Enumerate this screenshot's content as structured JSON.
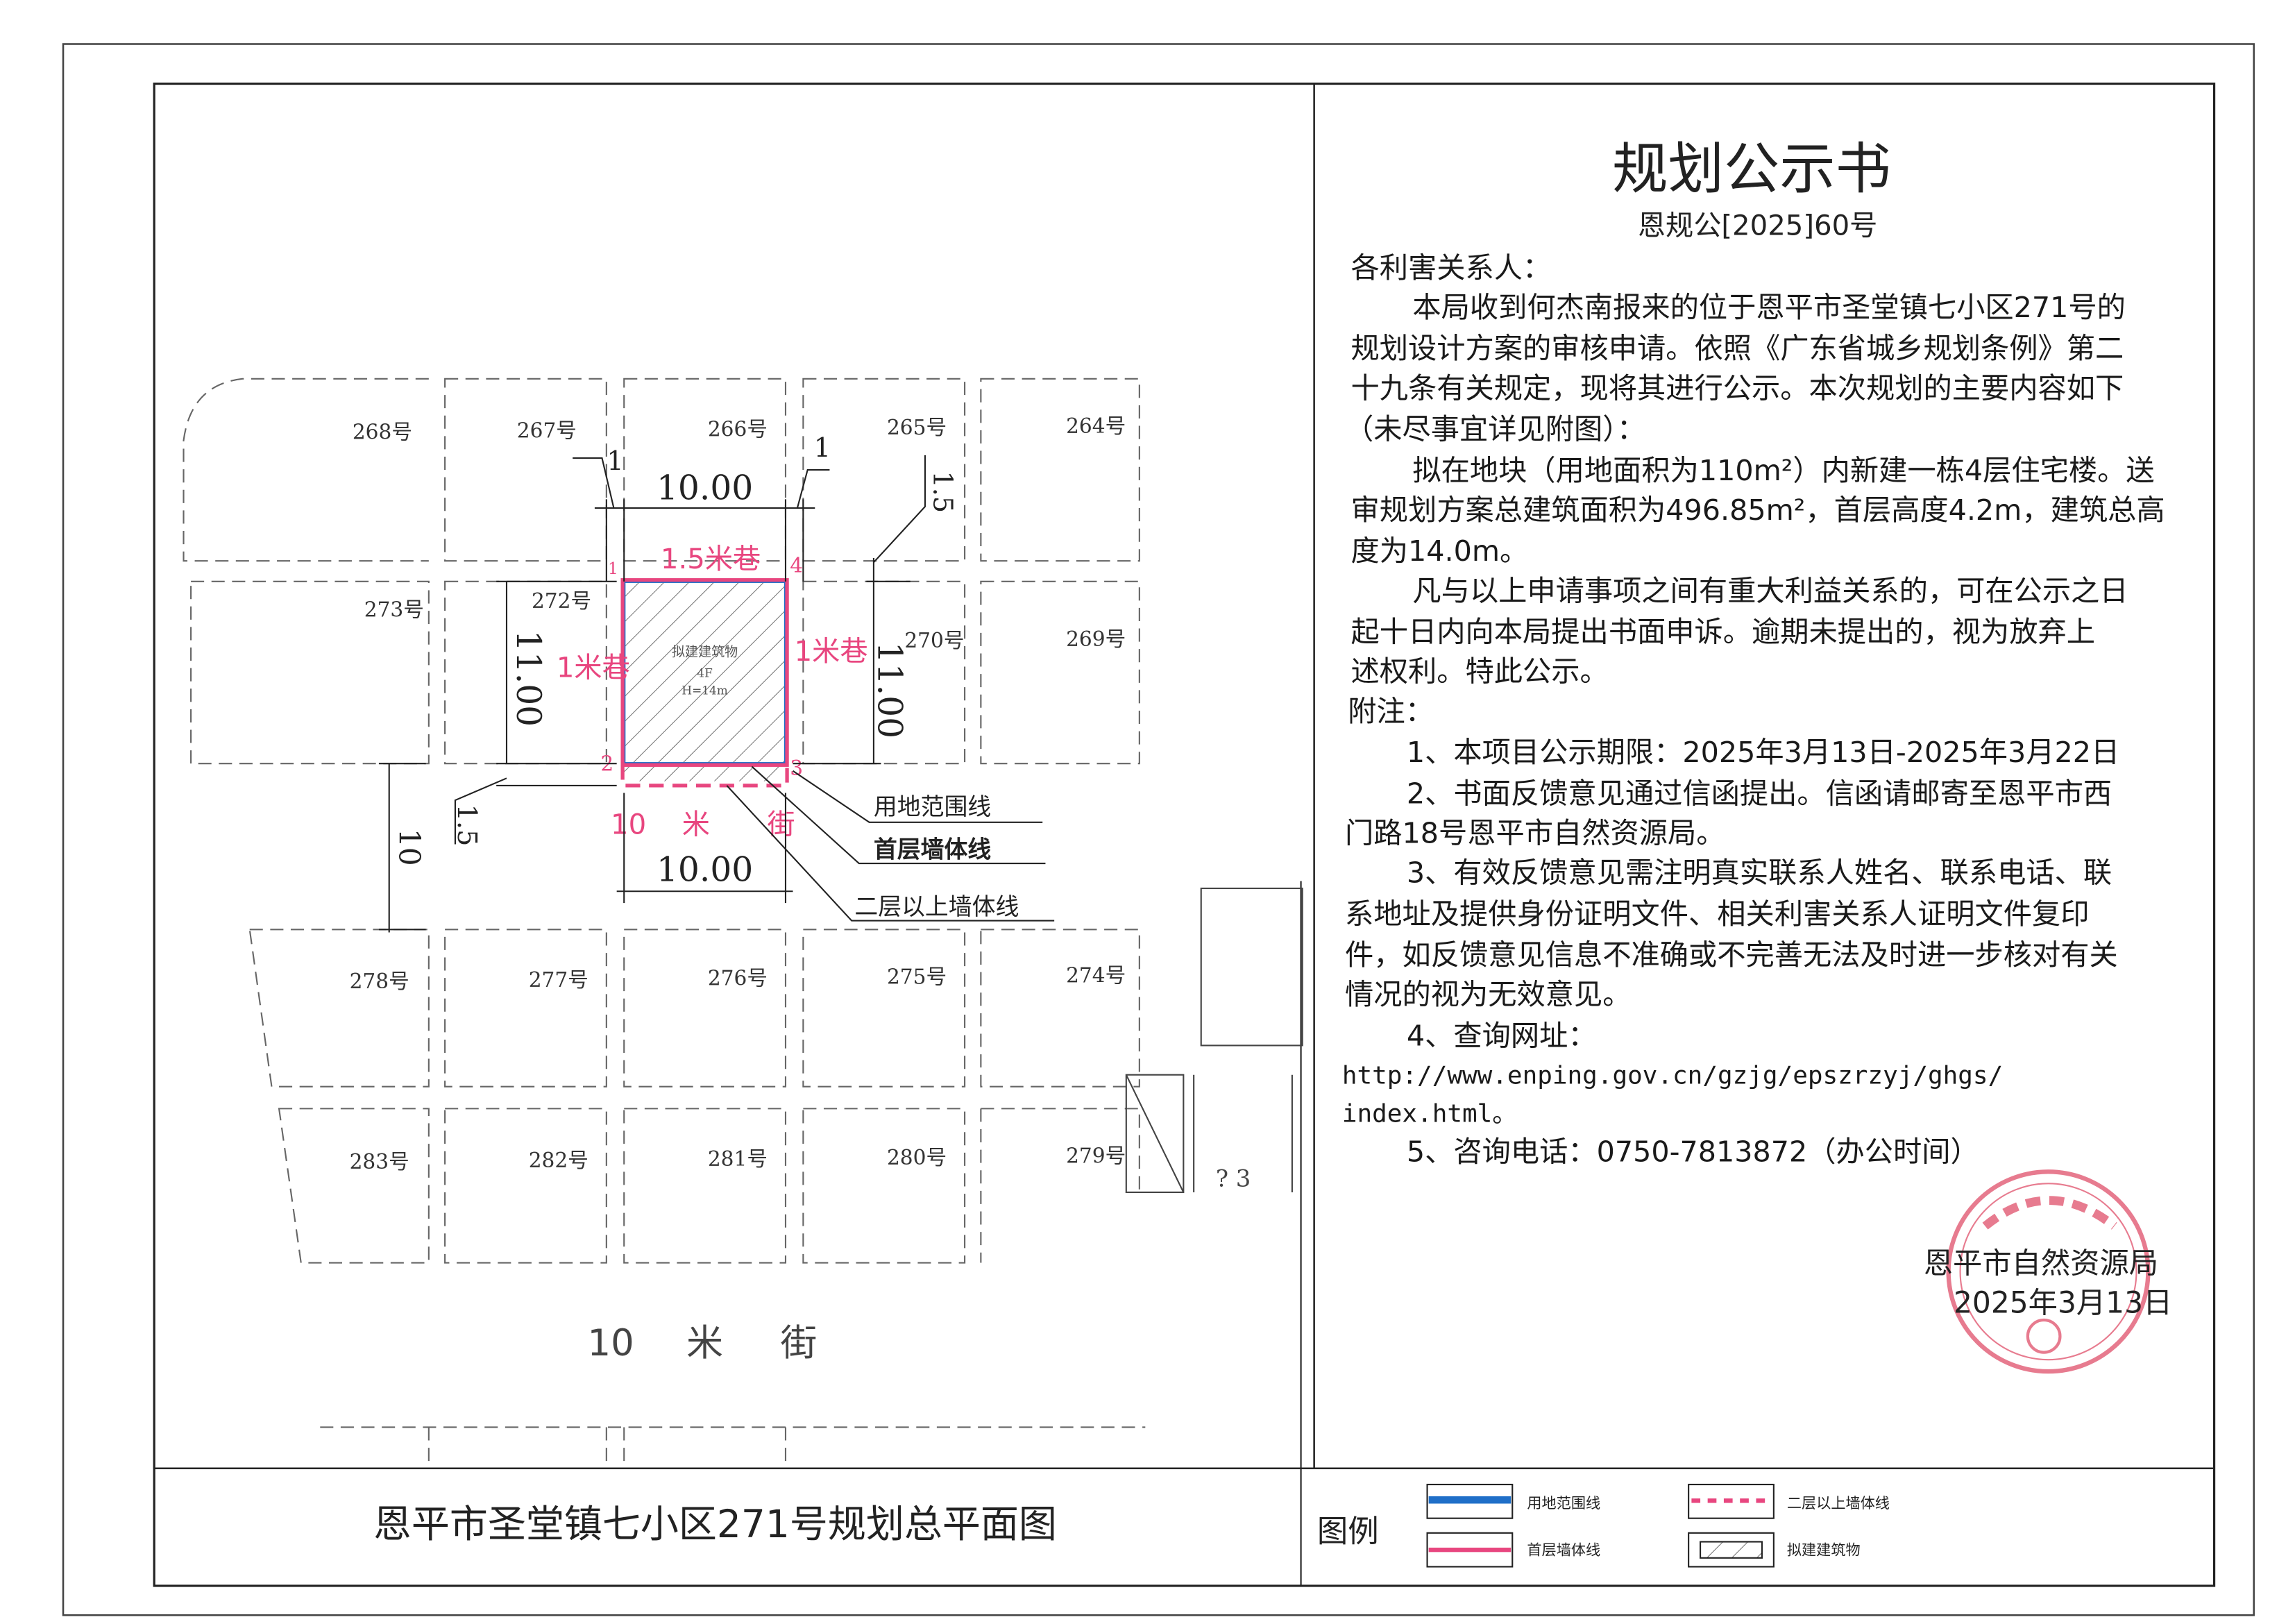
{
  "notice": {
    "title": "规划公示书",
    "doc_no": "恩规公[2025]60号",
    "salutation": "各利害关系人：",
    "lines": [
      "本局收到何杰南报来的位于恩平市圣堂镇七小区271号的",
      "规划设计方案的审核申请。依照《广东省城乡规划条例》第二",
      "十九条有关规定，现将其进行公示。本次规划的主要内容如下",
      "（未尽事宜详见附图）：",
      "拟在地块（用地面积为110m²）内新建一栋4层住宅楼。送",
      "审规划方案总建筑面积为496.85m²，首层高度4.2m，建筑总高",
      "度为14.0m。",
      "凡与以上申请事项之间有重大利益关系的，可在公示之日",
      "起十日内向本局提出书面申诉。逾期未提出的，视为放弃上",
      "述权利。特此公示。",
      "附注：",
      "1、本项目公示期限：2025年3月13日-2025年3月22日",
      "2、书面反馈意见通过信函提出。信函请邮寄至恩平市西",
      "门路18号恩平市自然资源局。",
      "3、有效反馈意见需注明真实联系人姓名、联系电话、联",
      "系地址及提供身份证明文件、相关利害关系人证明文件复印",
      "件，如反馈意见信息不准确或不完善无法及时进一步核对有关",
      "情况的视为无效意见。",
      "4、查询网址：",
      "http://www.enping.gov.cn/gzjg/epszrzyj/ghgs/",
      "index.html。",
      "5、咨询电话：0750-7813872（办公时间）"
    ],
    "signature": "恩平市自然资源局",
    "date": "2025年3月13日",
    "stamp_color": "#e0506a"
  },
  "plan": {
    "map_title": "恩平市圣堂镇七小区271号规划总平面图",
    "lots": [
      "268号",
      "267号",
      "266号",
      "265号",
      "264号",
      "273号",
      "272号",
      "270号",
      "269号",
      "278号",
      "277号",
      "276号",
      "275号",
      "274号",
      "283号",
      "282号",
      "281号",
      "280号",
      "279号"
    ],
    "building": {
      "name": "拟建建筑物",
      "floors": "4F",
      "height": "H=14m"
    },
    "corners": [
      "1",
      "2",
      "3",
      "4"
    ],
    "lanes": {
      "top": "1.5米巷",
      "left": "1米巷",
      "right": "1米巷",
      "street_pink": [
        "10",
        "米",
        "街"
      ],
      "street_bottom": [
        "10",
        "米",
        "街"
      ]
    },
    "dims": {
      "top": "10.00",
      "bottom": "10.00",
      "left": "11.00",
      "right": "11.00",
      "gap_left": "1",
      "gap_right": "1",
      "setback_top": "1.5",
      "setback_bottom": "1.5",
      "street_width": "10"
    },
    "callouts": [
      "用地范围线",
      "首层墙体线",
      "二层以上墙体线"
    ],
    "misc_label": "? 3",
    "colors": {
      "site_boundary": "#1f6fc8",
      "first_floor_wall": "#e8467f",
      "upper_wall": "#e8467f"
    }
  },
  "legend": {
    "title": "图例",
    "items": [
      "用地范围线",
      "首层墙体线",
      "二层以上墙体线",
      "拟建建筑物"
    ]
  }
}
